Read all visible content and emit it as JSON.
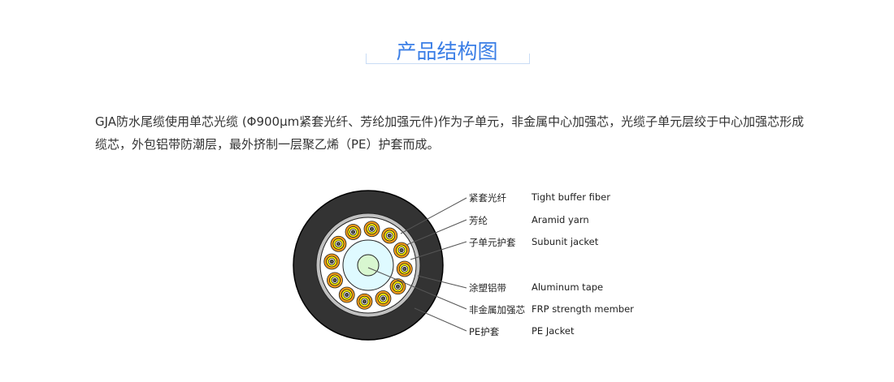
{
  "title": "产品结构图",
  "description": "GJA防水尾缆使用单芯光缆 (Φ900μm紧套光纤、芳纶加强元件)作为子单元，非金属中心加强芯，光缆子单元层绞于中心加强芯形成缆芯，外包铝带防潮层，最外挤制一层聚乙烯（PE）护套而成。",
  "labels": [
    {
      "cn": "紧套光纤",
      "en": "Tight buffer fiber"
    },
    {
      "cn": "芳纶",
      "en": "Aramid yarn"
    },
    {
      "cn": "子单元护套",
      "en": "Subunit jacket"
    },
    {
      "cn": "涂塑铝带",
      "en": "Aluminum tape"
    },
    {
      "cn": "非金属加强芯",
      "en": "FRP strength member"
    },
    {
      "cn": "PE护套",
      "en": "PE Jacket"
    }
  ],
  "colors": {
    "accent": "#3a7ee6",
    "jacket": "#333333",
    "tape": "#c0c0c0",
    "core": "#dffaff",
    "frp": "#d8f7d0",
    "subunit": "#f29a1a",
    "fiber": "#fff200"
  }
}
